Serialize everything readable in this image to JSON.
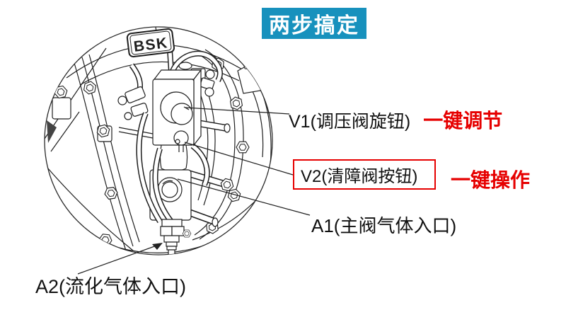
{
  "banner": {
    "label": "两步搞定"
  },
  "diagram": {
    "badge_label": "BSK"
  },
  "callouts": {
    "v1": {
      "label": "V1(调压阀旋钮)",
      "action": "一键调节"
    },
    "v2": {
      "label": "V2(清障阀按钮)",
      "action": "一键操作"
    },
    "a1": {
      "label": "A1(主阀气体入口)"
    },
    "a2": {
      "label": "A2(流化气体入口)"
    }
  },
  "colors": {
    "banner_bg": "#1791bd",
    "banner_fg": "#ffffff",
    "highlight_red": "#e60000",
    "line_color": "#1f1f1f"
  }
}
